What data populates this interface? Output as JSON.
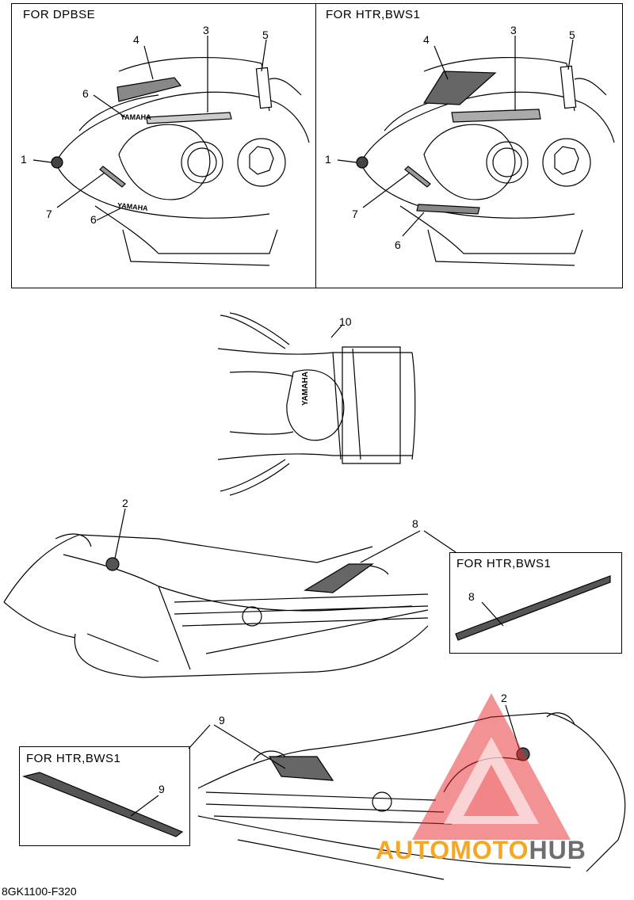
{
  "panels": {
    "dpbse_title": "FOR DPBSE",
    "htr_title": "FOR HTR,BWS1",
    "part8_title": "FOR HTR,BWS1",
    "part9_title": "FOR HTR,BWS1"
  },
  "callouts": {
    "a1": "1",
    "a3": "3",
    "a4": "4",
    "a5": "5",
    "a6a": "6",
    "a6b": "6",
    "a7": "7",
    "b1": "1",
    "b3": "3",
    "b4": "4",
    "b5": "5",
    "b6": "6",
    "b7": "7",
    "c10": "10",
    "d2": "2",
    "d8": "8",
    "d8b": "8",
    "e2": "2",
    "e9": "9",
    "e9b": "9"
  },
  "decal_text": {
    "yamaha_rear": "YAMAHA",
    "yamaha_front_a": "YAMAHA",
    "yamaha_front_b": "YAMAHA"
  },
  "footer": {
    "code": "8GK1100-F320"
  },
  "watermark": {
    "auto": "AUTO",
    "moto": "MOTO",
    "hub": "HUB"
  },
  "colors": {
    "line": "#000000",
    "decal": "#555555",
    "watermark_orange": "#f5a623",
    "watermark_red": "#e8262a",
    "watermark_gray": "#6d6e71"
  }
}
